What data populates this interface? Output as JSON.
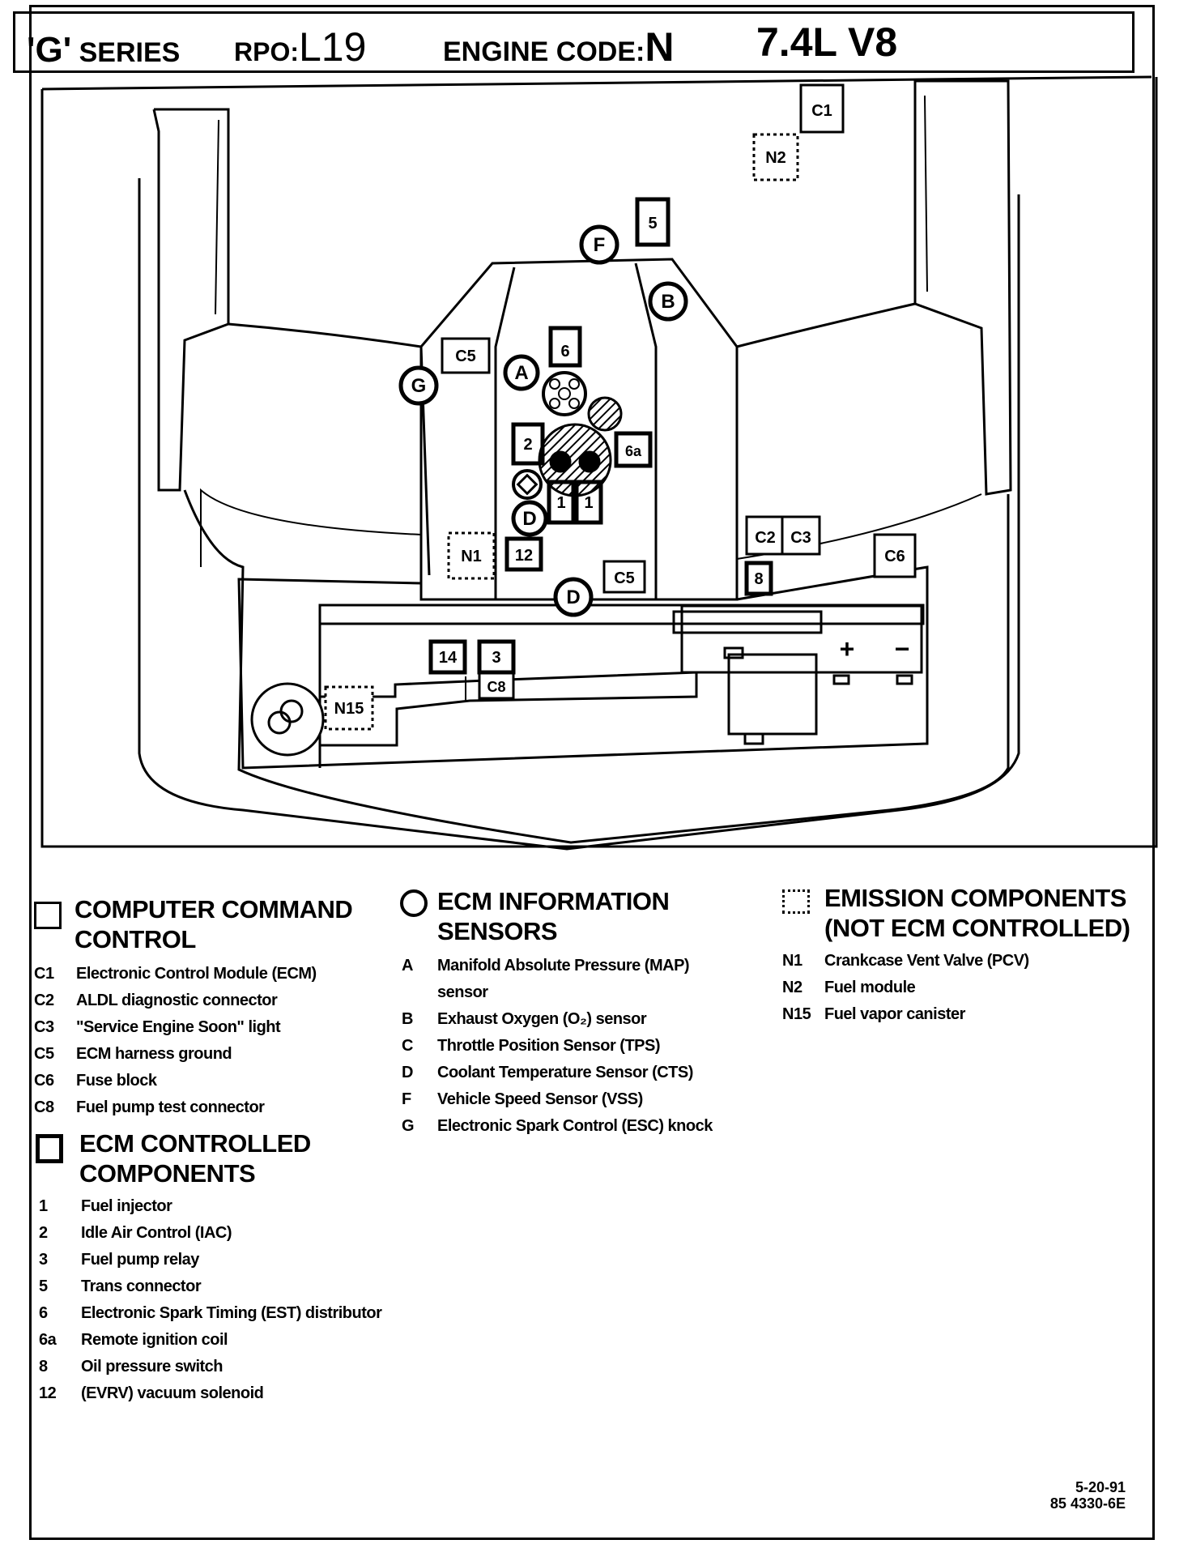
{
  "header": {
    "series_quote": "'G'",
    "series_label": "SERIES",
    "rpo_label": "RPO:",
    "rpo_value": "L19",
    "engine_code_label": "ENGINE CODE:",
    "engine_code_value": "N",
    "engine": "7.4L  V8"
  },
  "diagram_labels": {
    "c1": "C1",
    "n2": "N2",
    "f": "F",
    "five": "5",
    "b": "B",
    "c5_top": "C5",
    "six": "6",
    "a": "A",
    "g": "G",
    "two": "2",
    "six_a": "6a",
    "one_left": "1",
    "one_right": "1",
    "d_upper": "D",
    "n1": "N1",
    "twelve": "12",
    "c2": "C2",
    "c3": "C3",
    "c6": "C6",
    "c5_bottom": "C5",
    "eight": "8",
    "d_lower": "D",
    "fourteen": "14",
    "three": "3",
    "c8": "C8",
    "n15": "N15",
    "plus": "+",
    "minus": "−"
  },
  "legend_computer_command": {
    "heading_line1": "COMPUTER COMMAND",
    "heading_line2": "CONTROL",
    "items": [
      {
        "code": "C1",
        "label": "Electronic Control Module (ECM)"
      },
      {
        "code": "C2",
        "label": "ALDL diagnostic connector"
      },
      {
        "code": "C3",
        "label": "\"Service Engine Soon\" light"
      },
      {
        "code": "C5",
        "label": "ECM harness ground"
      },
      {
        "code": "C6",
        "label": "Fuse block"
      },
      {
        "code": "C8",
        "label": "Fuel pump test connector"
      }
    ]
  },
  "legend_ecm_controlled": {
    "heading_line1": "ECM CONTROLLED",
    "heading_line2": "COMPONENTS",
    "items": [
      {
        "code": "1",
        "label": "Fuel injector"
      },
      {
        "code": "2",
        "label": "Idle Air Control (IAC)"
      },
      {
        "code": "3",
        "label": "Fuel pump relay"
      },
      {
        "code": "5",
        "label": "Trans connector"
      },
      {
        "code": "6",
        "label": "Electronic Spark Timing (EST) distributor"
      },
      {
        "code": "6a",
        "label": "Remote ignition coil"
      },
      {
        "code": "8",
        "label": "Oil pressure switch"
      },
      {
        "code": "12",
        "label": "(EVRV) vacuum solenoid"
      }
    ]
  },
  "legend_ecm_sensors": {
    "heading_line1": "ECM INFORMATION",
    "heading_line2": "SENSORS",
    "items": [
      {
        "code": "A",
        "label": "Manifold Absolute Pressure (MAP)"
      },
      {
        "code": "",
        "label": "sensor"
      },
      {
        "code": "B",
        "label": "Exhaust Oxygen (O₂) sensor"
      },
      {
        "code": "C",
        "label": "Throttle Position  Sensor (TPS)"
      },
      {
        "code": "D",
        "label": "Coolant Temperature Sensor (CTS)"
      },
      {
        "code": "F",
        "label": "Vehicle Speed Sensor (VSS)"
      },
      {
        "code": "G",
        "label": "Electronic Spark Control  (ESC) knock"
      }
    ]
  },
  "legend_emission": {
    "heading_line1": "EMISSION COMPONENTS",
    "heading_line2": "(NOT ECM CONTROLLED)",
    "items": [
      {
        "code": "N1",
        "label": "Crankcase Vent Valve (PCV)"
      },
      {
        "code": "N2",
        "label": "Fuel module"
      },
      {
        "code": "N15",
        "label": "Fuel vapor canister"
      }
    ]
  },
  "footer": {
    "date": "5-20-91",
    "doc_id": "85 4330-6E"
  }
}
